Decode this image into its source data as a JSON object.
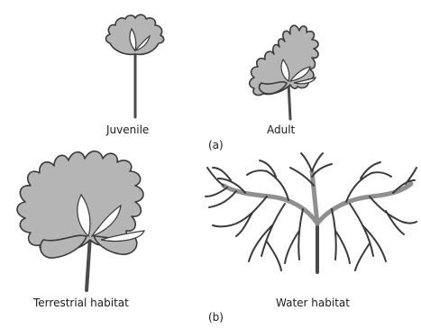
{
  "labels": {
    "juvenile": "Juvenile",
    "adult": "Adult",
    "part_a": "(a)",
    "terrestrial": "Terrestrial habitat",
    "water": "Water habitat",
    "part_b": "(b)"
  },
  "colors": {
    "leaf_fill": "#b5b5b5",
    "outline": "#3a3a3a",
    "background": "#ffffff"
  }
}
